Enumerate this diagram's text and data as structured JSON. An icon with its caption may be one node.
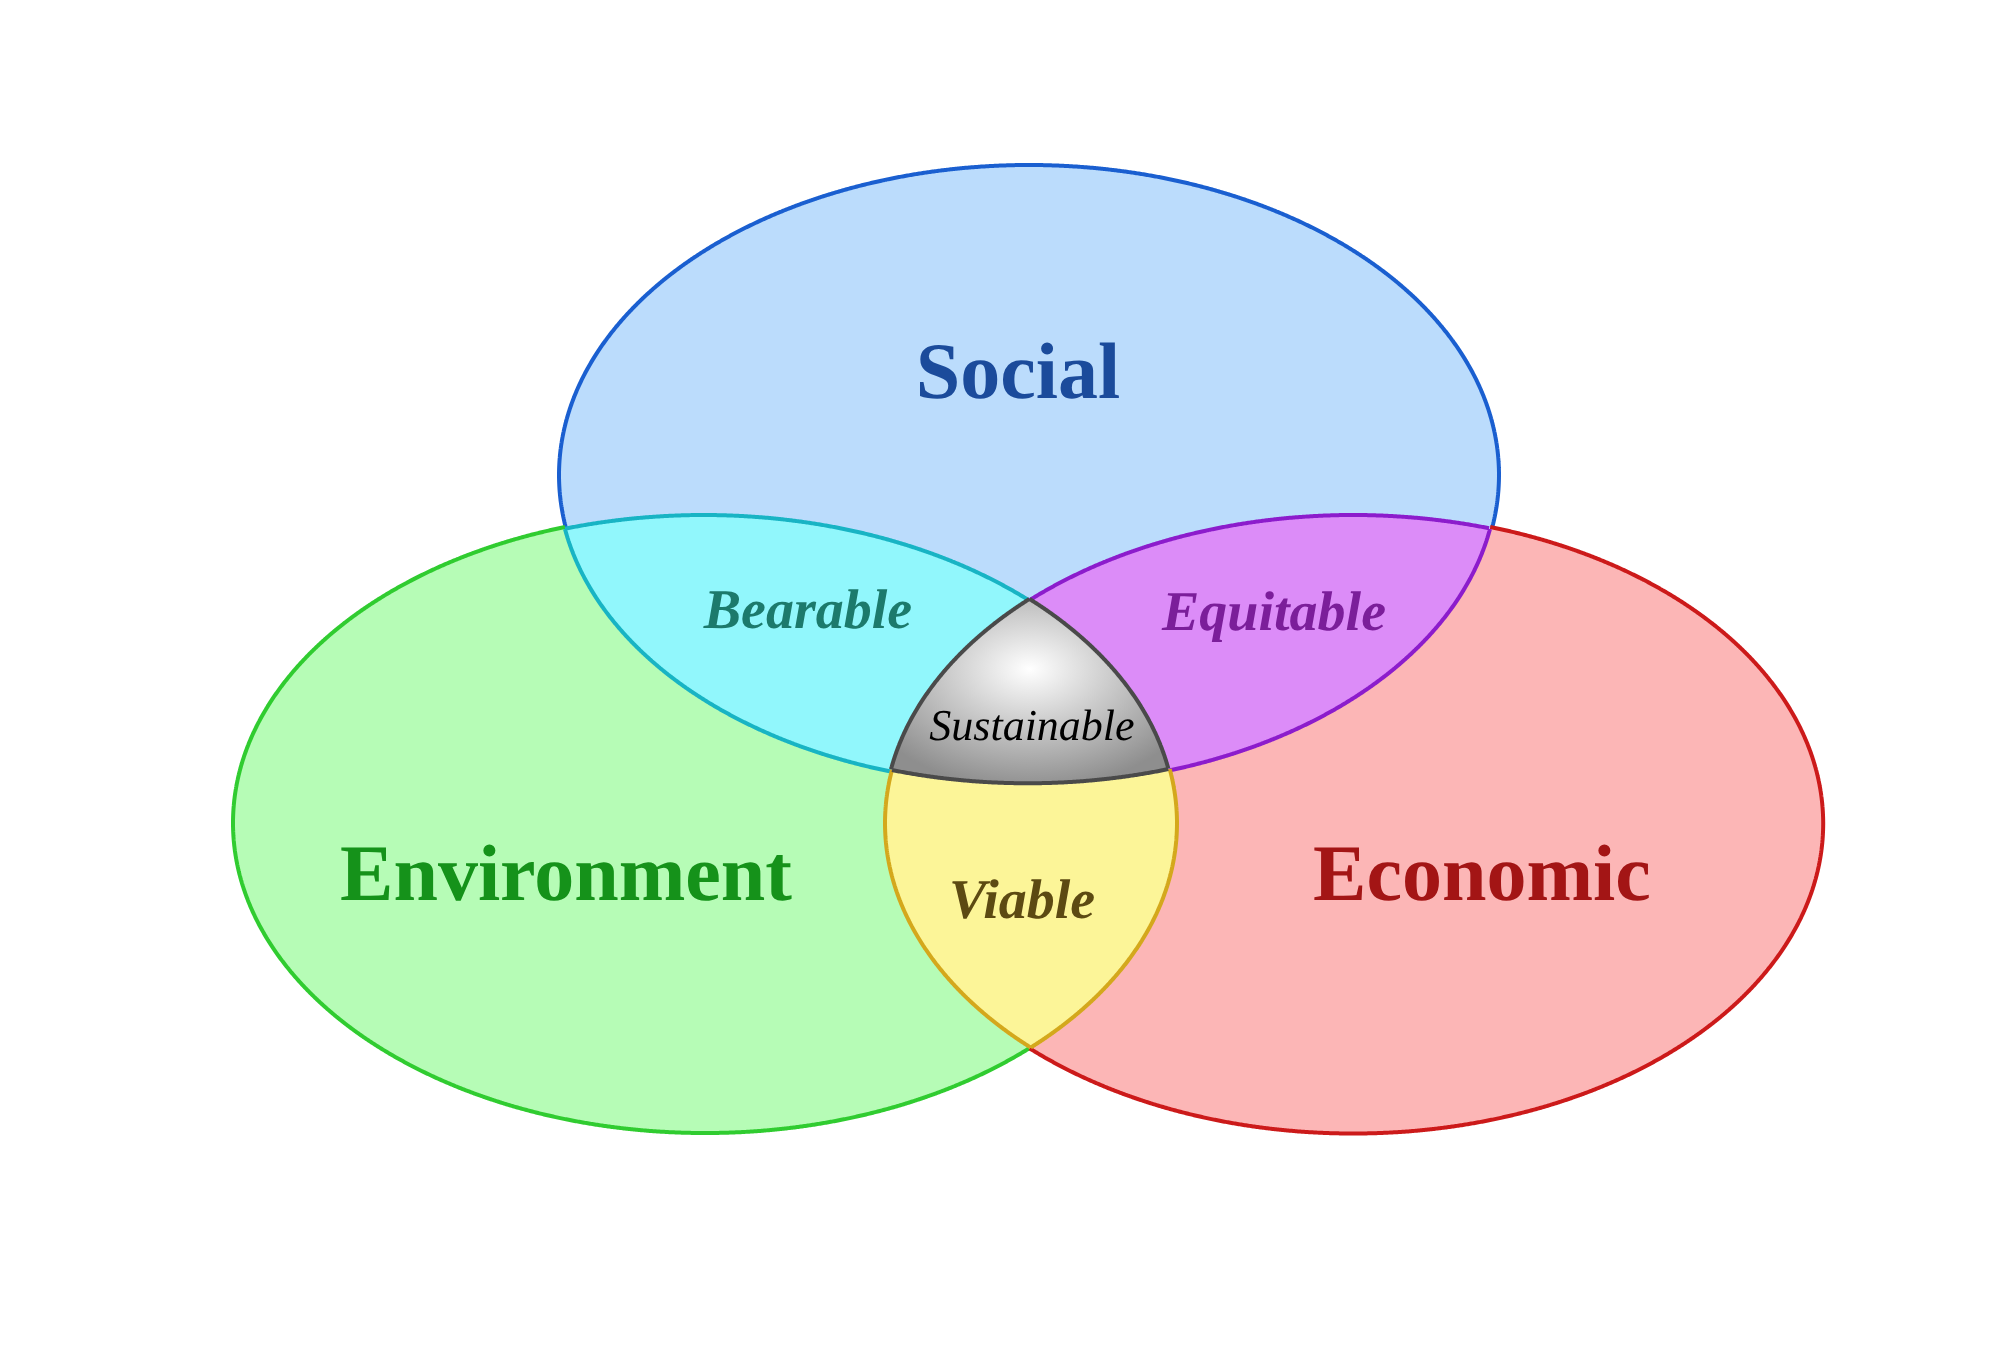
{
  "diagram": {
    "nodes": [
      {
        "text": [
          "Social"
        ]
      },
      {
        "text": [
          "Bearable"
        ]
      },
      {
        "text": [
          "Equitable"
        ]
      },
      {
        "text": [
          "Sustainable"
        ]
      },
      {
        "text": [
          "Environment"
        ]
      },
      {
        "text": [
          "Economic"
        ]
      },
      {
        "text": [
          "Viable"
        ]
      }
    ]
  }
}
